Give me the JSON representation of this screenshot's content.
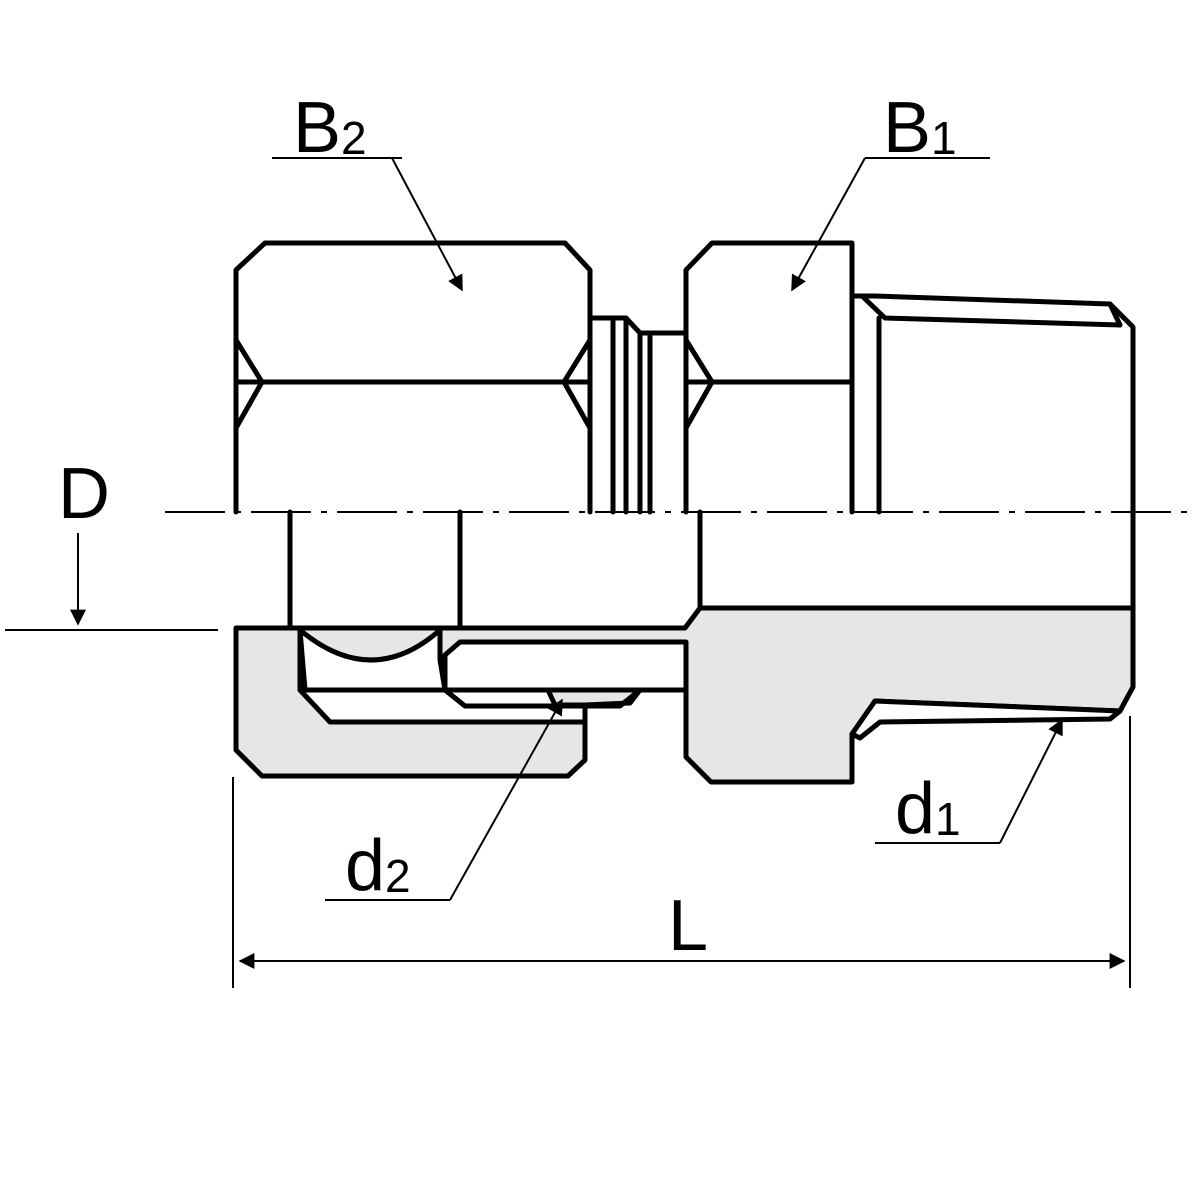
{
  "labels": {
    "b2": {
      "main": "B",
      "sub": "2"
    },
    "b1": {
      "main": "B",
      "sub": "1"
    },
    "d": {
      "main": "D"
    },
    "d2": {
      "main": "d",
      "sub": "2"
    },
    "d1": {
      "main": "d",
      "sub": "1"
    },
    "l": {
      "main": "L"
    }
  },
  "colors": {
    "line": "#000000",
    "section_fill": "#e6e6e6",
    "background": "#ffffff"
  }
}
